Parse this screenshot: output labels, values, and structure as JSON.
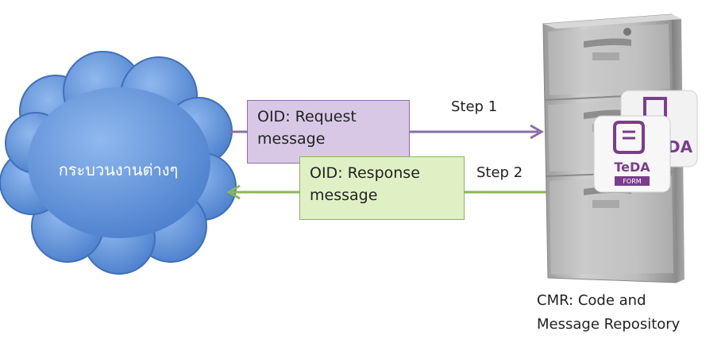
{
  "process": {
    "label": "กระบวนงานต่างๆ"
  },
  "request": {
    "line1": "OID: Request",
    "line2": "message",
    "step": "Step 1"
  },
  "response": {
    "line1": "OID: Response",
    "line2": "message",
    "step": "Step 2"
  },
  "repository": {
    "line1": "CMR: Code and",
    "line2": "Message Repository",
    "badge_text": "TeDA",
    "badge_subtext": "FORM",
    "back_badge_text": "DA"
  },
  "colors": {
    "cloud": "#5b8fd6",
    "request_arrow": "#8b6fa8",
    "response_arrow": "#8cb559",
    "badge_purple": "#7b3d8c"
  }
}
